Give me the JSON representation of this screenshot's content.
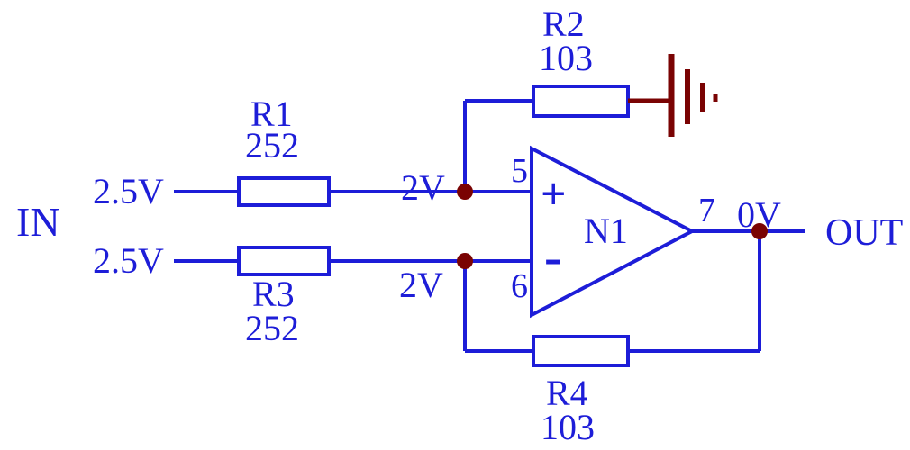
{
  "colors": {
    "wire_blue": "#1d1dd8",
    "text_blue": "#1d1dd8",
    "junction_red": "#7a0303",
    "ground_red": "#7a0303",
    "background": "#ffffff"
  },
  "labels": {
    "in": "IN",
    "out": "OUT",
    "top_input_voltage": "2.5V",
    "bottom_input_voltage": "2.5V",
    "top_node_voltage": "2V",
    "bottom_node_voltage": "2V",
    "output_voltage": "0V"
  },
  "components": {
    "r1": {
      "ref": "R1",
      "value": "252"
    },
    "r2": {
      "ref": "R2",
      "value": "103"
    },
    "r3": {
      "ref": "R3",
      "value": "252"
    },
    "r4": {
      "ref": "R4",
      "value": "103"
    },
    "opamp": {
      "ref": "N1",
      "noninverting_pin": "5",
      "inverting_pin": "6",
      "output_pin": "7",
      "plus_sign": "+",
      "minus_sign": "-"
    }
  },
  "icons": {
    "ground": "power-ground-icon"
  }
}
